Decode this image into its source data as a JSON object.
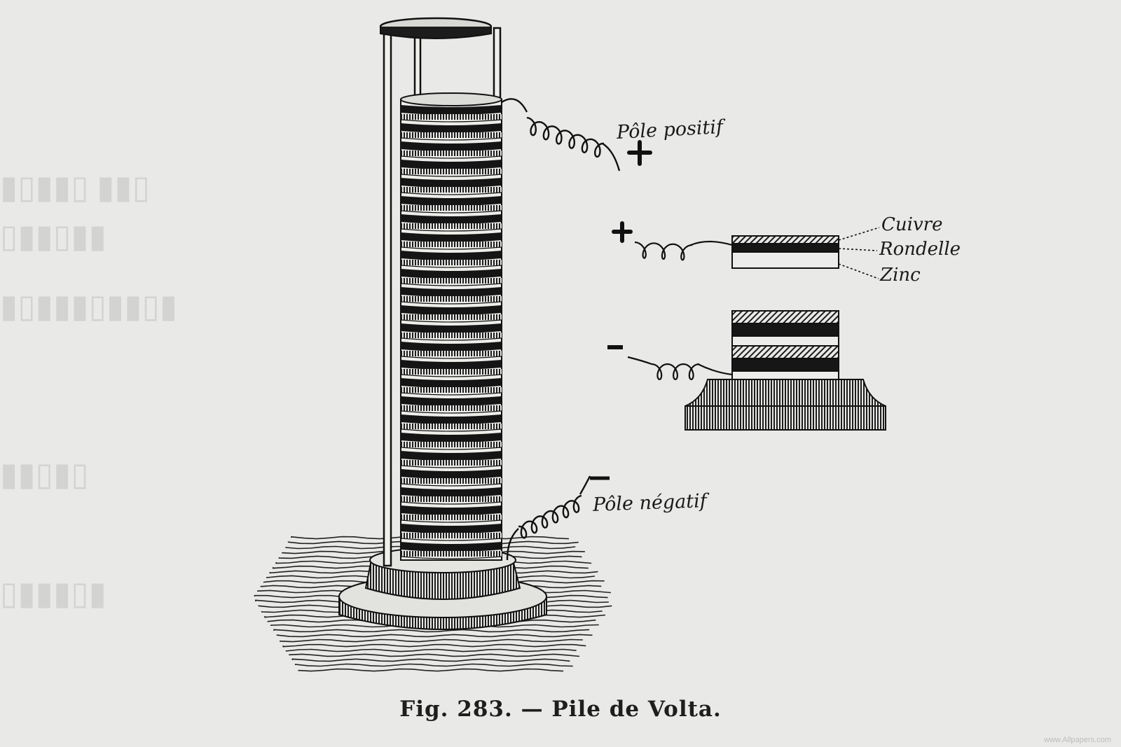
{
  "figure": {
    "caption_number": "Fig. 283.",
    "caption_sep": "—",
    "caption_title": "Pile de Volta.",
    "labels": {
      "positive_pole": "Pôle positif",
      "negative_pole": "Pôle négatif",
      "copper": "Cuivre",
      "washer": "Rondelle",
      "zinc": "Zinc",
      "plus_sign": "+",
      "minus_sign": "—"
    }
  },
  "watermark": "www.Allpapers.com",
  "colors": {
    "paper": "#e9e9e7",
    "ink": "#161616"
  }
}
